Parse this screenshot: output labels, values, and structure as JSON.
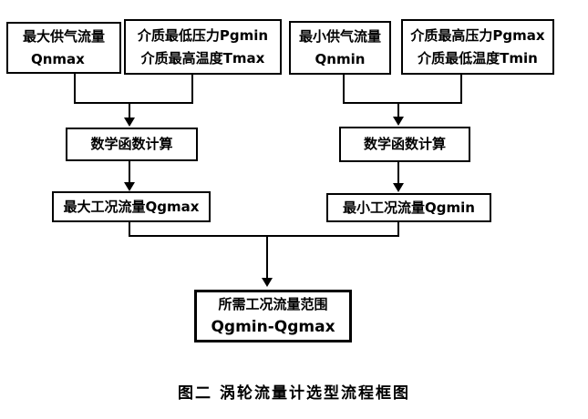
{
  "figure": {
    "caption": "图二  涡轮流量计选型流程框图"
  },
  "boxes": {
    "qnmax": {
      "line1": "最大供气流量",
      "line2": "Qnmax"
    },
    "pgmin_tmax": {
      "line1": "介质最低压力Pgmin",
      "line2": "介质最高温度Tmax"
    },
    "qnmin": {
      "line1": "最小供气流量",
      "line2": "Qnmin"
    },
    "pgmax_tmin": {
      "line1": "介质最高压力Pgmax",
      "line2": "介质最低温度Tmin"
    },
    "calc_left": {
      "label": "数学函数计算"
    },
    "calc_right": {
      "label": "数学函数计算"
    },
    "qgmax": {
      "label": "最大工况流量Qgmax"
    },
    "qgmin": {
      "label": "最小工况流量Qgmin"
    },
    "range": {
      "line1": "所需工况流量范围",
      "line2": "Qgmin-Qgmax"
    }
  },
  "edges": [
    {
      "from": [
        "qnmax",
        "pgmin_tmax"
      ],
      "to": "calc_left"
    },
    {
      "from": [
        "qnmin",
        "pgmax_tmin"
      ],
      "to": "calc_right"
    },
    {
      "from": [
        "calc_left"
      ],
      "to": "qgmax"
    },
    {
      "from": [
        "calc_right"
      ],
      "to": "qgmin"
    },
    {
      "from": [
        "qgmax",
        "qgmin"
      ],
      "to": "range"
    }
  ],
  "colors": {
    "line": "#000000",
    "text": "#000000",
    "background": "#ffffff"
  }
}
